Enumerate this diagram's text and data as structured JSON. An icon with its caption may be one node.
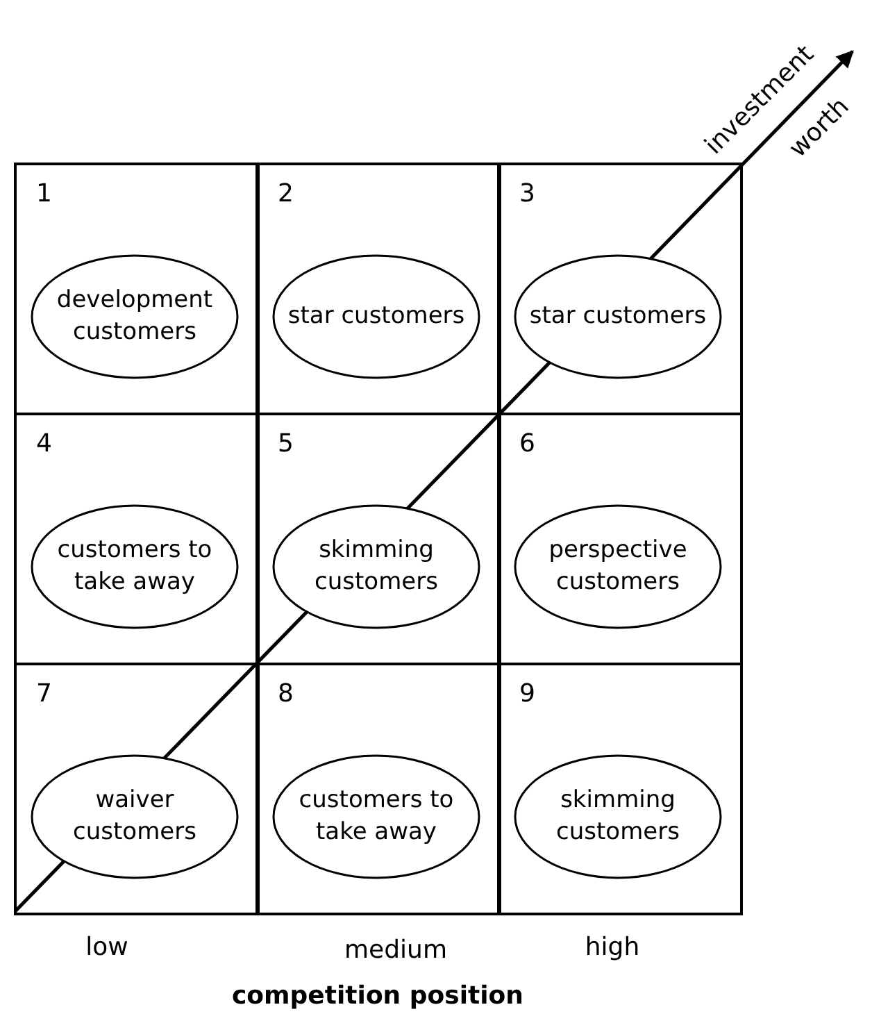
{
  "diagram": {
    "nodes": [
      {
        "text": [
          "1"
        ]
      },
      {
        "text": [
          "development customers"
        ],
        "in": 0
      },
      {
        "text": [
          "2"
        ]
      },
      {
        "text": [
          "star customers"
        ],
        "in": 2
      },
      {
        "text": [
          "3"
        ]
      },
      {
        "text": [
          "star customers"
        ],
        "in": 4
      },
      {
        "text": [
          "4"
        ]
      },
      {
        "text": [
          "customers to take away"
        ],
        "in": 6
      },
      {
        "text": [
          "5"
        ]
      },
      {
        "text": [
          "skimming customers"
        ],
        "in": 8
      },
      {
        "text": [
          "6"
        ]
      },
      {
        "text": [
          "perspective customers"
        ],
        "in": 10
      },
      {
        "text": [
          "7"
        ]
      },
      {
        "text": [
          "waiver customers"
        ],
        "in": 12
      },
      {
        "text": [
          "8"
        ]
      },
      {
        "text": [
          "customers to take away"
        ],
        "in": 14
      },
      {
        "text": [
          "9"
        ]
      },
      {
        "text": [
          "skimming customers"
        ],
        "in": 16
      }
    ],
    "edges": [],
    "labels": [
      "investment",
      "worth",
      "low",
      "medium",
      "high",
      "competition position"
    ]
  }
}
